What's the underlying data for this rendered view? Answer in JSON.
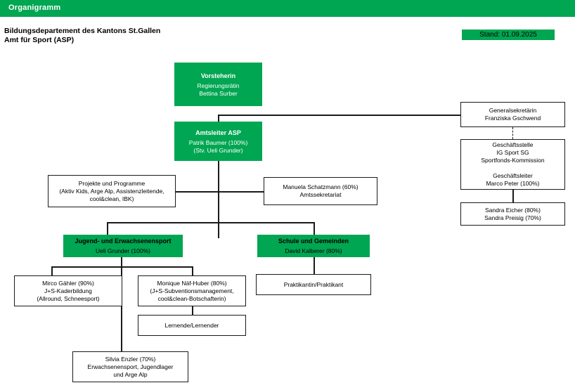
{
  "header": {
    "bar_title": "Organigramm",
    "document_title": "Bildungsdepartement des Kantons St.Gallen\nAmt für Sport (ASP)",
    "stand_label": "Stand: 01.09.2025",
    "accent_color": "#00a651",
    "line_color": "#1a1a1a"
  },
  "chart_data": {
    "type": "diagram",
    "title": "Organigramm — Amt für Sport (ASP)",
    "nodes": [
      {
        "id": "vorsteherin",
        "style": "green",
        "title": "Vorsteherin",
        "subtitle": "Regierungsrätin\nBettina Surber"
      },
      {
        "id": "amtsleiter",
        "style": "green",
        "title": "Amtsleiter ASP",
        "subtitle": "Patrik Baumer (100%)\n(Stv. Ueli Grunder)"
      },
      {
        "id": "projekte",
        "style": "plain",
        "body": "Projekte und Programme\n(Aktiv Kids, Arge Alp, Assistenzleitende,\ncool&clean, IBK)"
      },
      {
        "id": "amtssekretariat",
        "style": "plain",
        "body": "Manuela Schatzmann (60%)\nAmtssekretariat"
      },
      {
        "id": "generalsekretariat",
        "style": "plain",
        "body": "Generalsekretärin\nFranziska Gschwend"
      },
      {
        "id": "geschaeftsstelle",
        "style": "plain",
        "body": "Geschäftsstelle\nIG Sport SG\nSportfonds-Kommission\n\nGeschäftsleiter\nMarco Peter (100%)"
      },
      {
        "id": "sandra",
        "style": "plain",
        "body": "Sandra Eicher (80%)\nSandra Preisig (70%)"
      },
      {
        "id": "jugendsport",
        "style": "green",
        "title": "Jugend- und Erwachsenensport",
        "subtitle": "Ueli Grunder (100%)",
        "text_color": "black"
      },
      {
        "id": "schule",
        "style": "green",
        "title": "Schule und Gemeinden",
        "subtitle": "David Kalberer (80%)",
        "text_color": "black"
      },
      {
        "id": "mirco",
        "style": "plain",
        "body": "Mirco Gähler (90%)\nJ+S-Kaderbildung\n(Allround, Schneesport)"
      },
      {
        "id": "monique",
        "style": "plain",
        "body": "Monique Näf-Huber (80%)\n(J+S-Subventionsmanagement,\ncool&clean-Botschafterin)"
      },
      {
        "id": "lernende",
        "style": "plain",
        "body": "Lernende/Lernender"
      },
      {
        "id": "silvia",
        "style": "plain",
        "body": "Silvia Enzler (70%)\nErwachsenensport, Jugendlager\nund Arge Alp"
      },
      {
        "id": "praktikant",
        "style": "plain",
        "body": "Praktikantin/Praktikant"
      }
    ],
    "edges": [
      {
        "from": "vorsteherin",
        "to": "amtsleiter",
        "style": "solid"
      },
      {
        "from": "vorsteherin",
        "to": "generalsekretariat",
        "style": "solid"
      },
      {
        "from": "generalsekretariat",
        "to": "geschaeftsstelle",
        "style": "dashed"
      },
      {
        "from": "geschaeftsstelle",
        "to": "sandra",
        "style": "solid"
      },
      {
        "from": "amtsleiter",
        "to": "projekte",
        "style": "solid"
      },
      {
        "from": "amtsleiter",
        "to": "amtssekretariat",
        "style": "solid"
      },
      {
        "from": "amtsleiter",
        "to": "jugendsport",
        "style": "solid"
      },
      {
        "from": "amtsleiter",
        "to": "schule",
        "style": "solid"
      },
      {
        "from": "jugendsport",
        "to": "mirco",
        "style": "solid"
      },
      {
        "from": "jugendsport",
        "to": "monique",
        "style": "solid"
      },
      {
        "from": "jugendsport",
        "to": "silvia",
        "style": "solid"
      },
      {
        "from": "monique",
        "to": "lernende",
        "style": "solid"
      },
      {
        "from": "schule",
        "to": "praktikant",
        "style": "solid"
      }
    ]
  }
}
